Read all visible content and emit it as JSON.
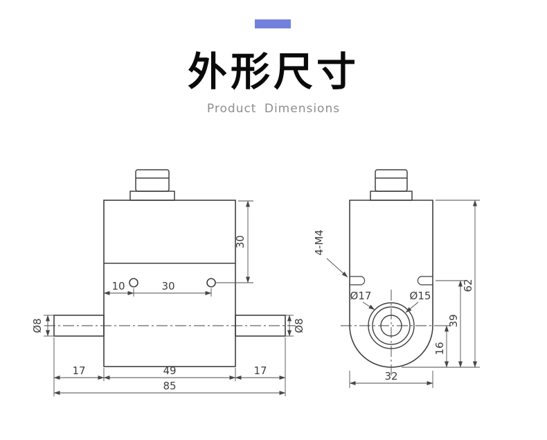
{
  "page": {
    "accent_color": "#7380de",
    "title": "外形尺寸",
    "subtitle": "Product Dimensions"
  },
  "drawing": {
    "front_view": {
      "dims": {
        "top_to_hole": "30",
        "hole_offset": "10",
        "hole_spacing": "30",
        "shaft_dia_left": "Ø8",
        "shaft_dia_right": "Ø8",
        "shaft_len_left": "17",
        "body_width": "49",
        "shaft_len_right": "17",
        "total_width": "85"
      }
    },
    "side_view": {
      "dims": {
        "thread_callout": "4-M4",
        "boss_dia": "Ø17",
        "bore_dia": "Ø15",
        "total_height": "62",
        "hole_height": "39",
        "center_height": "16",
        "body_depth": "32"
      }
    }
  }
}
